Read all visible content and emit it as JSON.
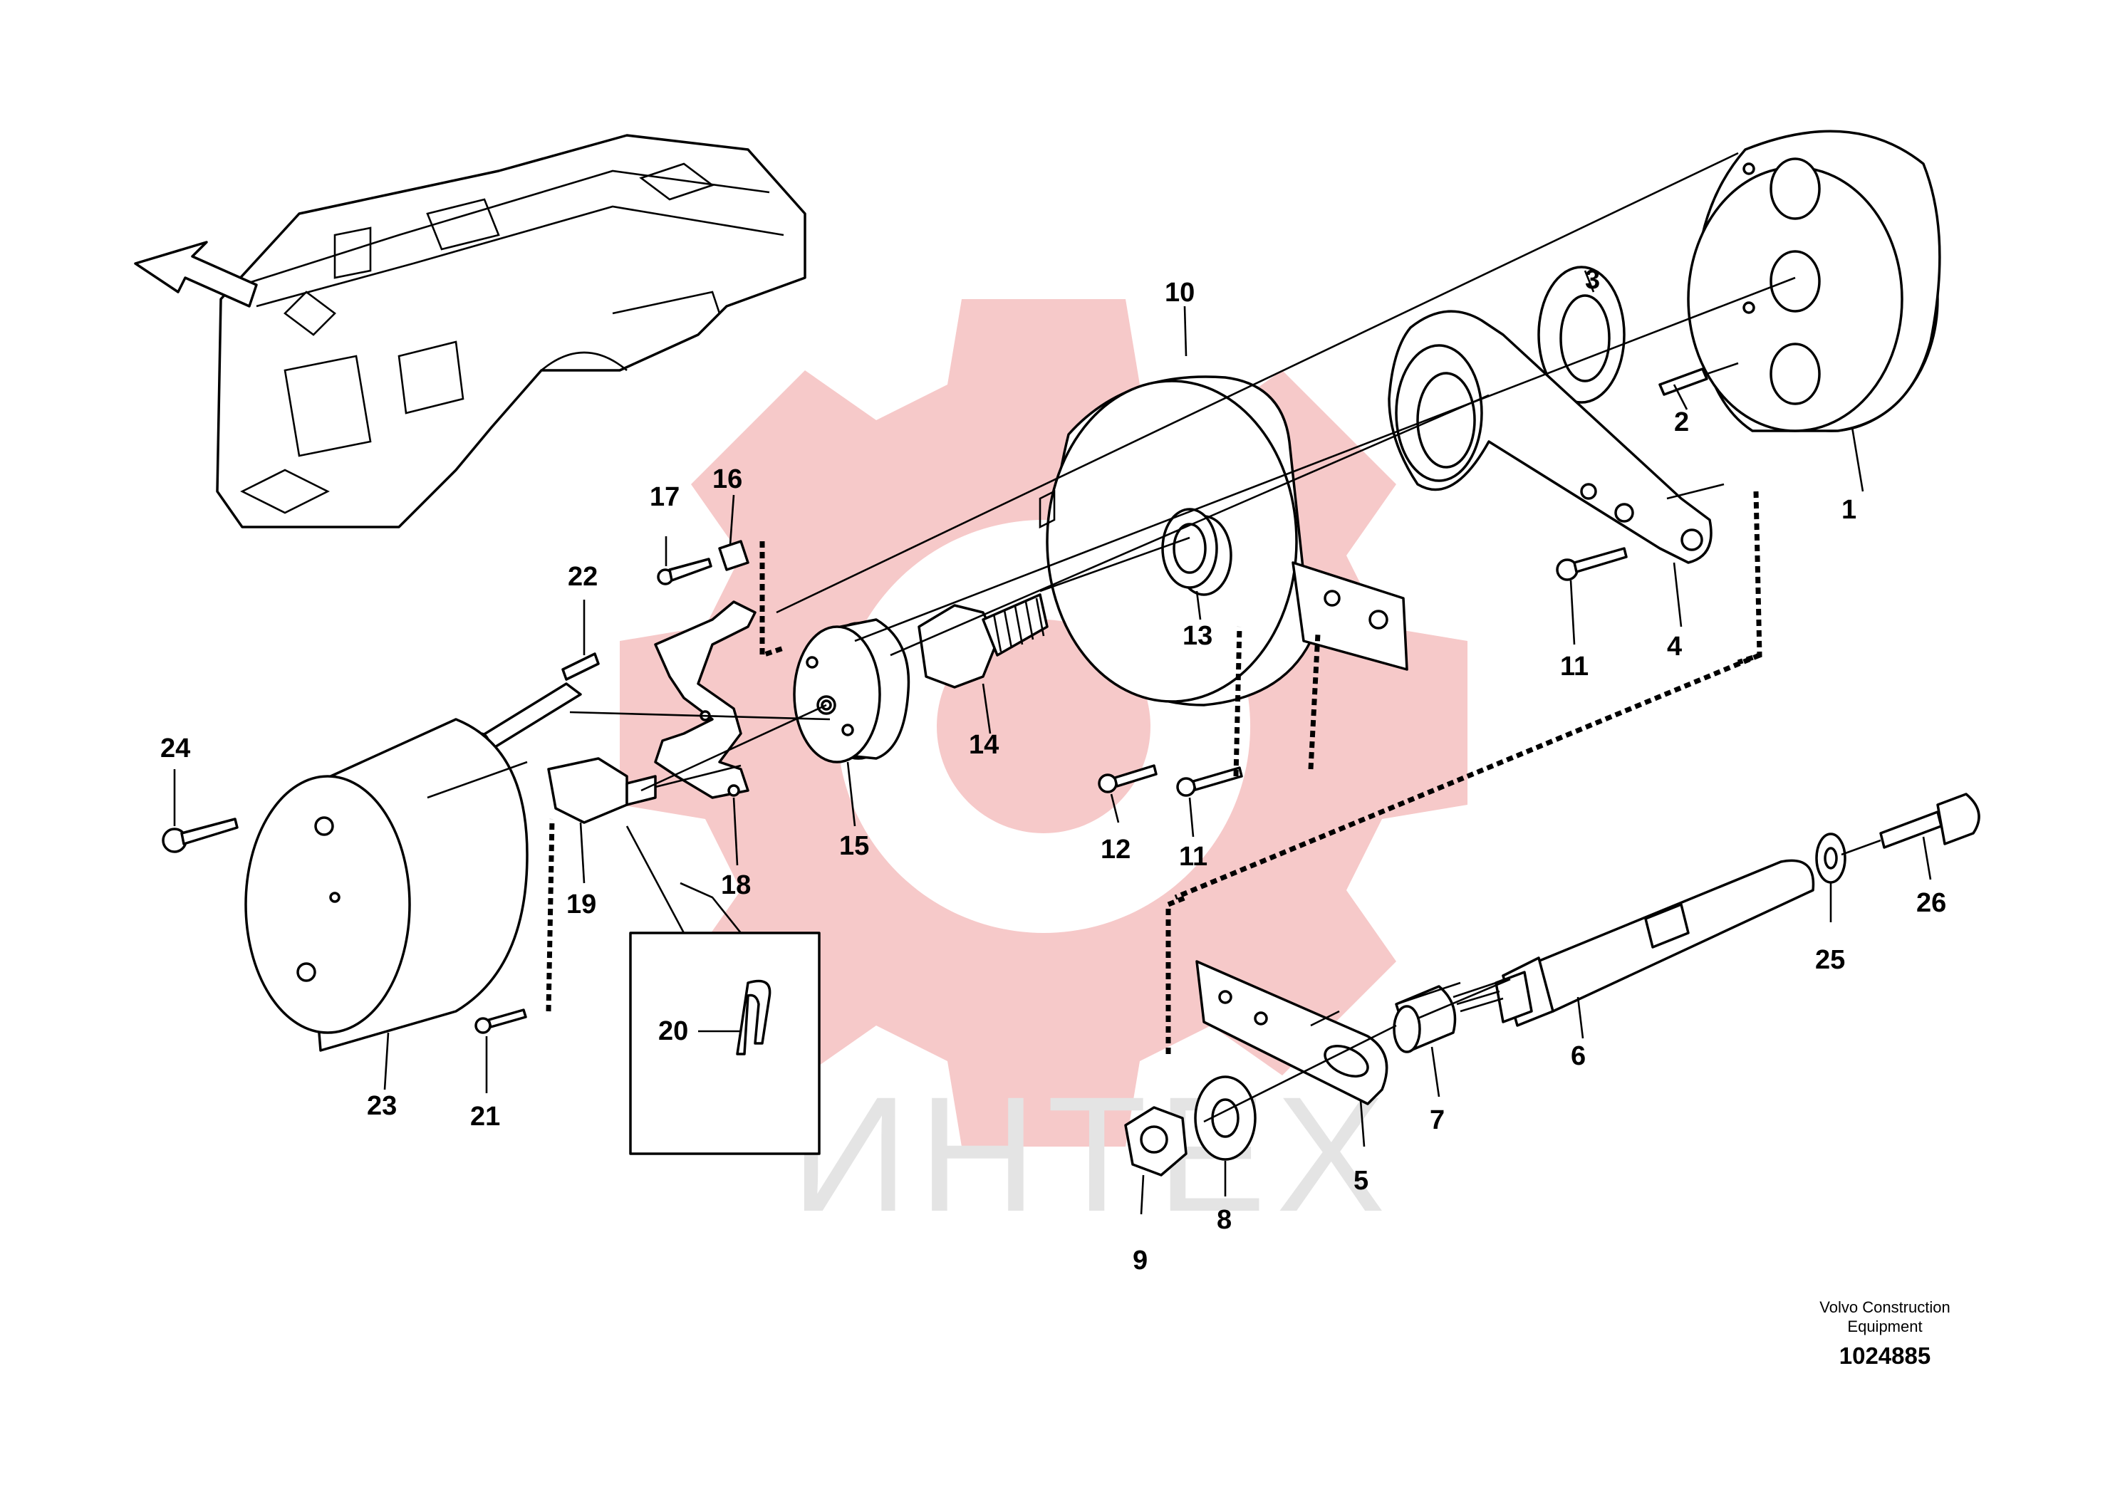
{
  "watermark": "ИНТЕХ",
  "publisher": "Volvo Construction Equipment",
  "document_number": "1024885",
  "parts": [
    "1",
    "2",
    "3",
    "4",
    "5",
    "6",
    "7",
    "8",
    "9",
    "10",
    "11",
    "11",
    "12",
    "13",
    "14",
    "15",
    "16",
    "17",
    "18",
    "19",
    "20",
    "21",
    "22",
    "23",
    "24",
    "25",
    "26"
  ],
  "colors": {
    "watermark_gear": "#f6c9c9",
    "watermark_text": "#e4e4e4",
    "line": "#000000"
  }
}
